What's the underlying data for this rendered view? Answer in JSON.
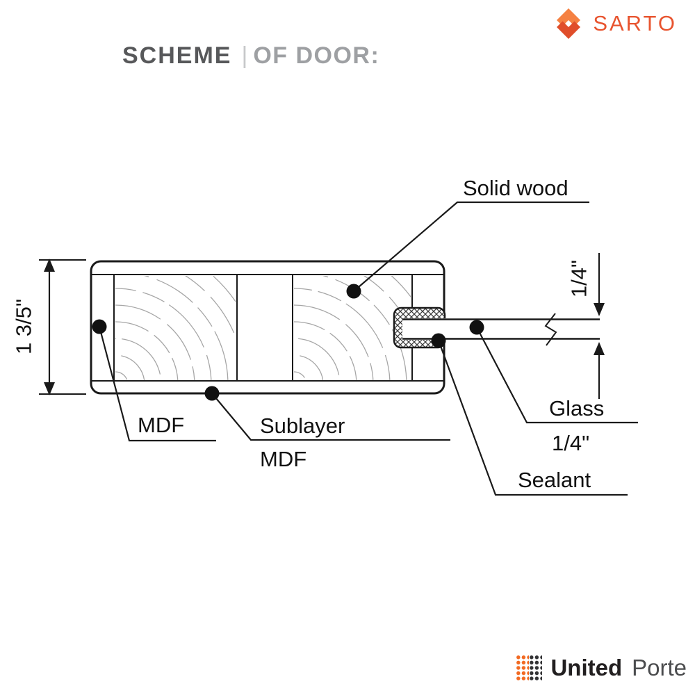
{
  "header": {
    "title_bold": "SCHEME",
    "title_sep": "|",
    "title_light": "OF DOOR:",
    "brand": "SARTO"
  },
  "diagram": {
    "labels": {
      "solid_wood": "Solid wood",
      "mdf": "MDF",
      "sublayer_line1": "Sublayer",
      "sublayer_line2": "MDF",
      "glass_line1": "Glass",
      "glass_line2": "1/4\"",
      "sealant": "Sealant"
    },
    "dimensions": {
      "door_thickness": "1 3/5\"",
      "glass_thickness": "1/4\""
    }
  },
  "footer": {
    "brand_bold": "United",
    "brand_light": "Porte"
  },
  "colors": {
    "accent_orange": "#E8542F",
    "line_black": "#1A1A1A",
    "grain_gray": "#A6A6A6",
    "title_dark": "#57585A",
    "title_light": "#9EA0A3"
  }
}
